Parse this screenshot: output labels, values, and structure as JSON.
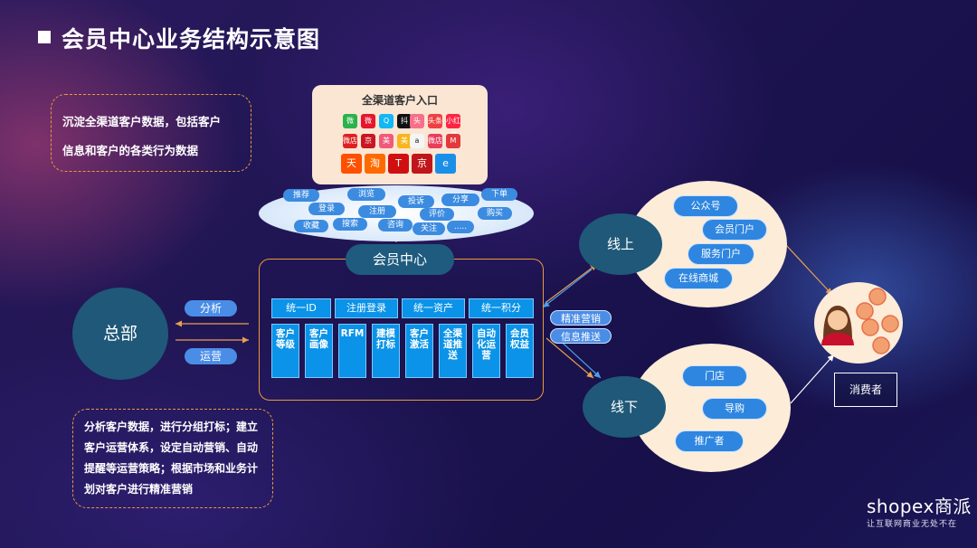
{
  "title": "会员中心业务结构示意图",
  "box_top": {
    "line1": "沉淀全渠道客户数据，包括客户",
    "line2": "信息和客户的各类行为数据"
  },
  "box_bottom": {
    "line1": "分析客户数据，进行分组打标；建立",
    "line2": "客户运营体系，设定自动营销、自动",
    "line3": "提醒等运营策略；根据市场和业务计",
    "line4": "划对客户进行精准营销"
  },
  "entry": {
    "title": "全渠道客户入口",
    "row1": [
      "微",
      "微",
      "Q",
      "抖",
      "头",
      "头条",
      "小红书"
    ],
    "row2": [
      "微店",
      "京",
      "美",
      "美",
      "a",
      "微店",
      "M"
    ],
    "row3": [
      "天",
      "淘",
      "T",
      "京",
      "e"
    ]
  },
  "behavior_tags": [
    "推荐",
    "浏览",
    "收藏",
    "搜索",
    "分享",
    "下单",
    "购买",
    "评价",
    "登录",
    "注册",
    "投诉",
    "咨询",
    "关注",
    "....."
  ],
  "center": {
    "label": "会员中心",
    "headers": [
      "统一ID",
      "注册登录",
      "统一资产",
      "统一积分"
    ],
    "columns": [
      "客户等级",
      "客户画像",
      "RFM",
      "建模打标",
      "客户激活",
      "全渠道推送",
      "自动化运营",
      "会员权益"
    ]
  },
  "hq": {
    "label": "总部",
    "analyze": "分析",
    "operate": "运营"
  },
  "online": {
    "label": "线上",
    "items": [
      "公众号",
      "会员门户",
      "服务门户",
      "在线商城"
    ]
  },
  "offline": {
    "label": "线下",
    "items": [
      "门店",
      "导购",
      "推广者"
    ]
  },
  "precise": "精准营销",
  "push": "信息推送",
  "consumer": "消费者",
  "logo": {
    "brand": "shopex商派",
    "slogan": "让互联网商业无处不在"
  },
  "colors": {
    "accent_orange": "#e89a3a",
    "cell_blue": "#0a93e8",
    "node_dark": "#1f5878",
    "oval_cream": "#fcecd8"
  }
}
